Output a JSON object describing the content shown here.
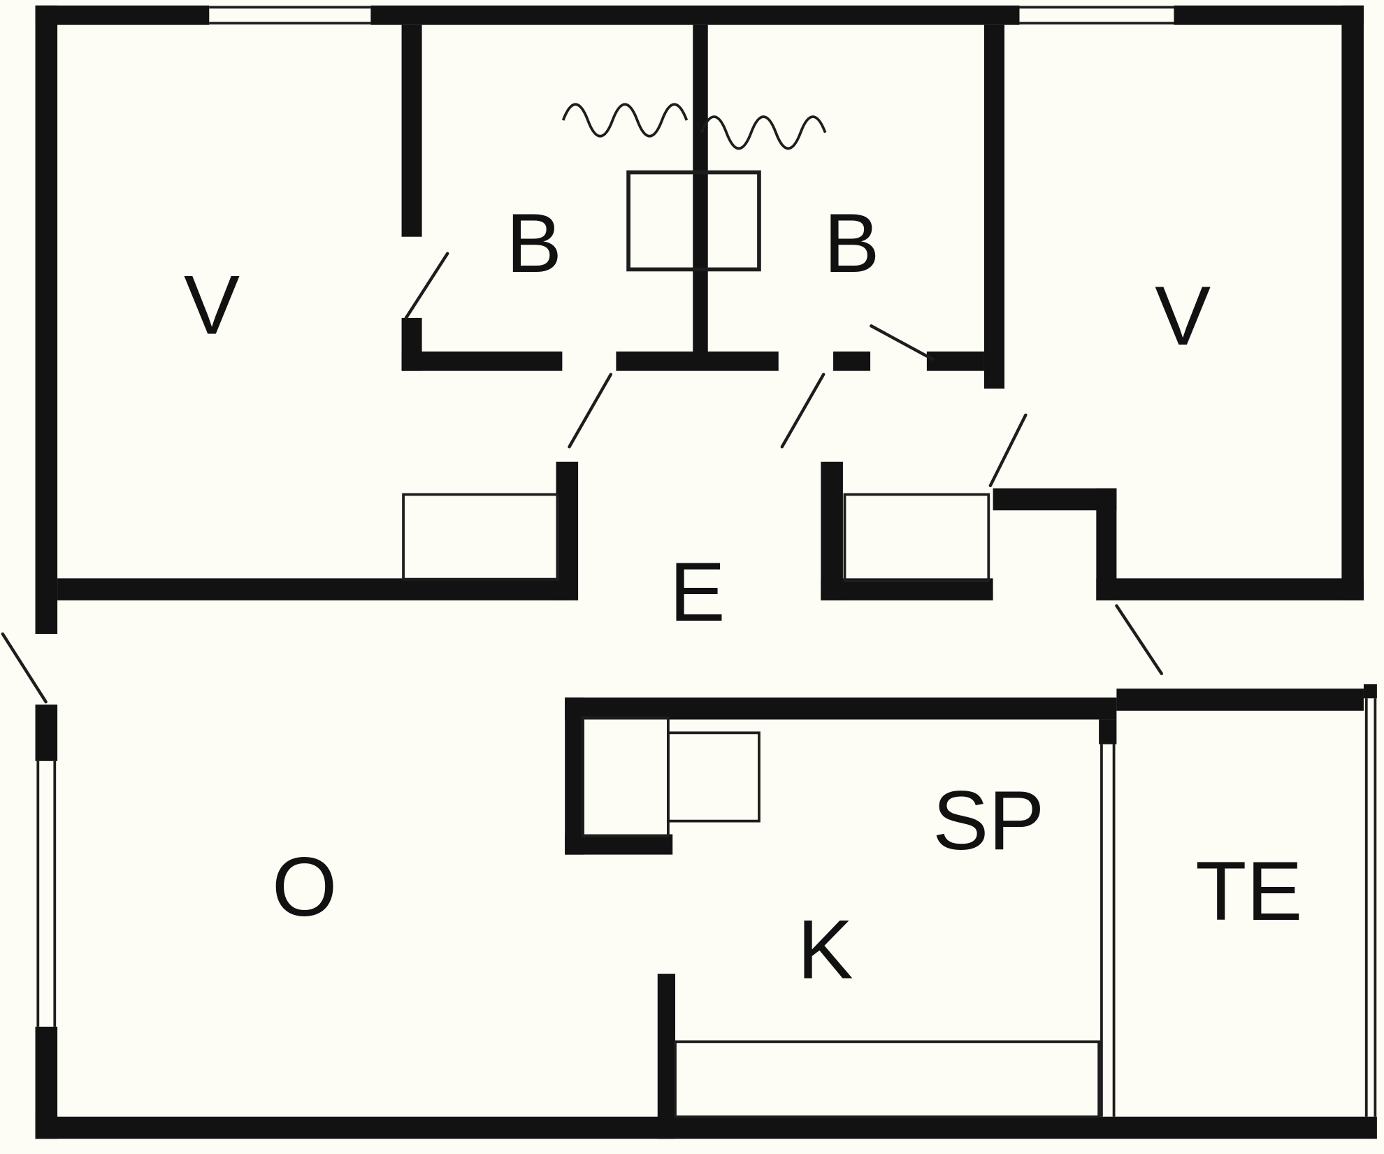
{
  "meta": {
    "type": "floor-plan",
    "style": "black-line architectural plan"
  },
  "colors": {
    "wall": "#121212",
    "line": "#1d1d1d",
    "label": "#111111",
    "background": "#fdfdf6"
  },
  "rooms": [
    {
      "id": "room-top-left",
      "label": "V"
    },
    {
      "id": "room-b-left",
      "label": "B"
    },
    {
      "id": "room-b-right",
      "label": "B"
    },
    {
      "id": "room-top-right",
      "label": "V"
    },
    {
      "id": "hall-center",
      "label": "E"
    },
    {
      "id": "room-bottom-left",
      "label": "O"
    },
    {
      "id": "pantry",
      "label": "SP"
    },
    {
      "id": "kitchen",
      "label": "K"
    },
    {
      "id": "terrace",
      "label": "TE"
    }
  ]
}
